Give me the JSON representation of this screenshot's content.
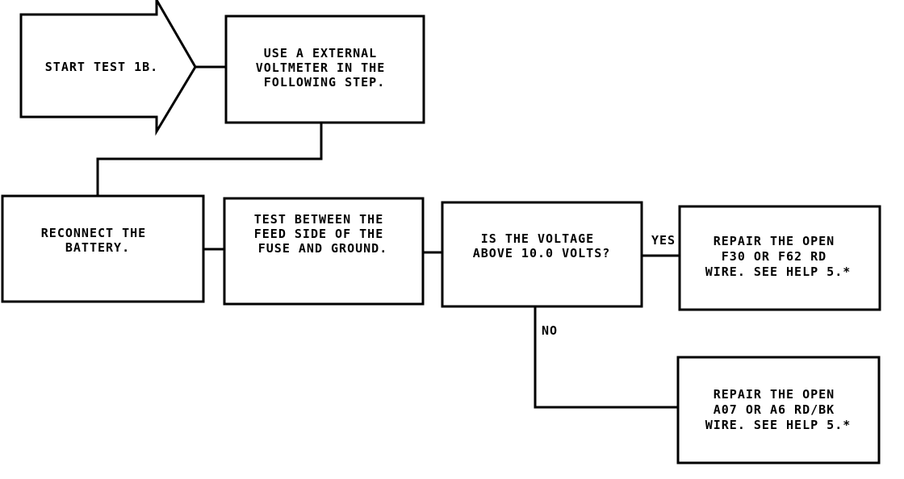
{
  "flowchart": {
    "start": {
      "lines": [
        "START TEST 1B."
      ]
    },
    "step_voltmeter": {
      "lines": [
        "USE A EXTERNAL",
        "VOLTMETER IN THE",
        "FOLLOWING STEP."
      ]
    },
    "step_reconnect": {
      "lines": [
        "RECONNECT THE",
        "BATTERY."
      ]
    },
    "step_test": {
      "lines": [
        "TEST BETWEEN THE",
        "FEED SIDE OF THE",
        "FUSE AND GROUND."
      ]
    },
    "decision": {
      "lines": [
        "IS THE VOLTAGE",
        "ABOVE 10.0 VOLTS?"
      ]
    },
    "repair_yes": {
      "lines": [
        "REPAIR THE OPEN",
        "F30 OR F62 RD",
        "WIRE. SEE HELP 5.*"
      ]
    },
    "repair_no": {
      "lines": [
        "REPAIR THE OPEN",
        "A07 OR A6 RD/BK",
        "WIRE. SEE HELP 5.*"
      ]
    },
    "edge_yes": "YES",
    "edge_no": "NO"
  }
}
